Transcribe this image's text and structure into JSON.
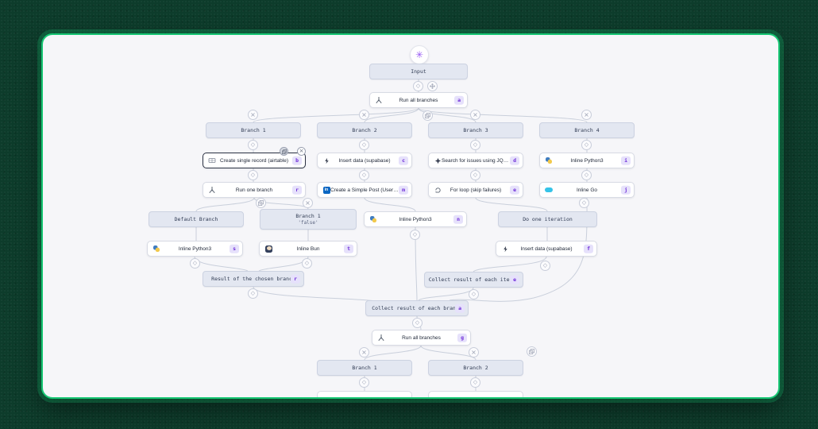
{
  "app": {
    "description": "Workflow flow-graph editor canvas",
    "accent_green": "#16c673",
    "background_green": "#0d3c2b",
    "badge_color": "#6d2bd8",
    "badge_bg": "#e6e1fb",
    "header_node_bg": "#e3e7f1",
    "edge_color": "#c9cfdb"
  },
  "icons": {
    "logo_glyph": "✳",
    "linkedin_text": "in",
    "names": [
      "windmill-logo-icon",
      "branch-fork-icon",
      "airtable-icon",
      "supabase-bolt-icon",
      "jira-star-icon",
      "python-icon",
      "linkedin-icon",
      "loop-icon",
      "go-icon",
      "bun-icon",
      "close-icon",
      "insert-step-icon",
      "add-branch-icon",
      "move-icon",
      "copy-icon"
    ]
  },
  "nodes": {
    "input": {
      "label": "Input"
    },
    "runall_top": {
      "label": "Run all branches",
      "badge": "a"
    },
    "branch1": {
      "label": "Branch 1"
    },
    "branch2": {
      "label": "Branch 2"
    },
    "branch3": {
      "label": "Branch 3"
    },
    "branch4": {
      "label": "Branch 4"
    },
    "airtable": {
      "label": "Create single record (airtable)",
      "badge": "b"
    },
    "supabase_insert_1": {
      "label": "Insert data (supabase)",
      "badge": "c"
    },
    "jira_search": {
      "label": "Search for issues using JQL (...",
      "badge": "d"
    },
    "python_branch4": {
      "label": "Inline Python3",
      "badge": "i"
    },
    "runone": {
      "label": "Run one branch",
      "badge": "r"
    },
    "linkedin_post": {
      "label": "Create a Simple Post (User) (...",
      "badge": "m"
    },
    "forloop": {
      "label": "For loop (skip failures)",
      "badge": "e"
    },
    "inline_go": {
      "label": "Inline Go",
      "badge": "j"
    },
    "default_branch": {
      "label": "Default Branch"
    },
    "branch1_false": {
      "label": "Branch 1",
      "sublabel": "'false'"
    },
    "python_mid": {
      "label": "Inline Python3",
      "badge": "n"
    },
    "do_one_iteration": {
      "label": "Do one iteration"
    },
    "python_default": {
      "label": "Inline Python3",
      "badge": "s"
    },
    "inline_bun": {
      "label": "Inline Bun",
      "badge": "t"
    },
    "supabase_insert_2": {
      "label": "Insert data (supabase)",
      "badge": "f"
    },
    "result_chosen": {
      "label": "Result of the chosen branch",
      "badge": "r"
    },
    "collect_iteration": {
      "label": "Collect result of each iterat",
      "badge": "e"
    },
    "collect_branch": {
      "label": "Collect result of each branch",
      "badge": "a"
    },
    "runall_bottom": {
      "label": "Run all branches",
      "badge": "g"
    },
    "branch1_bottom": {
      "label": "Branch 1"
    },
    "branch2_bottom": {
      "label": "Branch 2"
    }
  }
}
